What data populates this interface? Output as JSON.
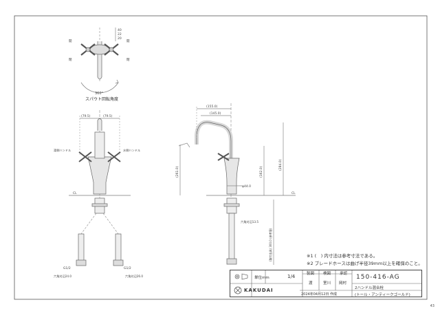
{
  "top_view": {
    "title": "スパウト回転角度",
    "rotation_angle": "360°",
    "left_open": "開",
    "left_close": "閉",
    "right_open": "開",
    "right_close": "閉",
    "dims_small": [
      "40",
      "22",
      "20"
    ]
  },
  "front_view": {
    "dim_left": "(79.5)",
    "dim_right": "(79.5)",
    "label_hot": "湯側ハンドル",
    "label_cold": "水側ハンドル",
    "cl_label": "CL",
    "thread_left": "G1/2",
    "thread_right": "G1/2",
    "hex_left": "六角対辺24.0",
    "hex_right": "六角対辺26.0"
  },
  "side_view": {
    "dim_155": "(155.0)",
    "dim_145": "(145.0)",
    "dim_height_total": "(284.0)",
    "dim_261": "(261.0)",
    "dim_162": "(162.0)",
    "dim_dia44": "φ44.0",
    "dim_hex": "六角対辺13.5",
    "dim_hose": "(取付金具) 300.0 (参考値)",
    "cl_label": "CL"
  },
  "notes": {
    "note1_mark": "※1",
    "note1_text": "(　) 内寸法は参考寸法である。",
    "note2_mark": "※2",
    "note2_text": "ブレードホースは曲げ半径39mm以上を確保のこと。"
  },
  "title_block": {
    "unit_label": "単位mm",
    "scale": "1/4",
    "col_drawing": "製図",
    "col_check": "検図",
    "col_approve": "承認",
    "name_drawing": "渡",
    "name_check": "室川",
    "name_approve": "岡村",
    "part_number": "150-416-AG",
    "description_1": "2ハンドル混合栓",
    "description_2": "(トール・アンティークゴールド)",
    "brand": "KAKUDAI",
    "date": "2024年04月12日 作成",
    "page": "43"
  }
}
